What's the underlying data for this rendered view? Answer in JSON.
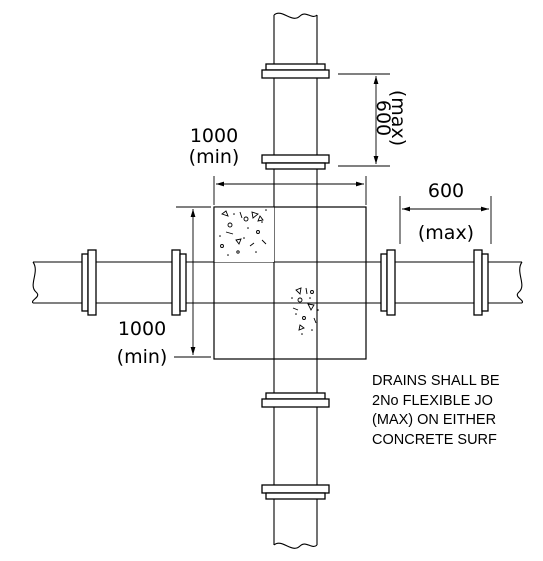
{
  "dimensions": {
    "vertical_spacing": {
      "value": "600",
      "qualifier": "(max)"
    },
    "horizontal_spacing": {
      "value": "600",
      "qualifier": "(max)"
    },
    "slab_width": {
      "value": "1000",
      "qualifier": "(min)"
    },
    "slab_height": {
      "value": "1000",
      "qualifier": "(min)"
    }
  },
  "note": {
    "lines": [
      "DRAINS SHALL BE",
      "2No FLEXIBLE JO",
      "(MAX) ON EITHER",
      "CONCRETE SURF"
    ]
  }
}
